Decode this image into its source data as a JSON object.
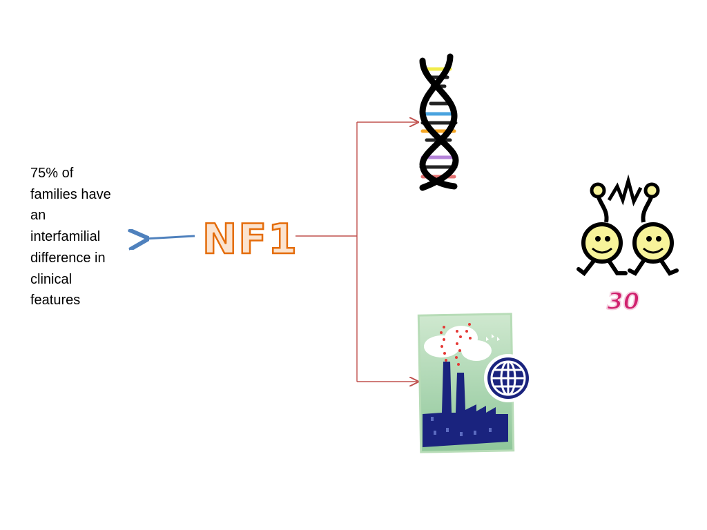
{
  "note": {
    "lines": [
      "75% of",
      "families have",
      "an",
      "interfamilial",
      "difference in",
      "clinical",
      "features"
    ]
  },
  "center_label": "NF1",
  "badge_number": "30",
  "icons": [
    "dna-icon",
    "twins-icon",
    "factory-globe-icon"
  ],
  "colors": {
    "blue_arrow": "#4f81bd",
    "red_connector": "#c0504d",
    "nf1_fill": "#fbe3cf",
    "nf1_stroke": "#e46c0a",
    "badge_pink": "#d0216e",
    "factory_navy": "#1a237e"
  }
}
